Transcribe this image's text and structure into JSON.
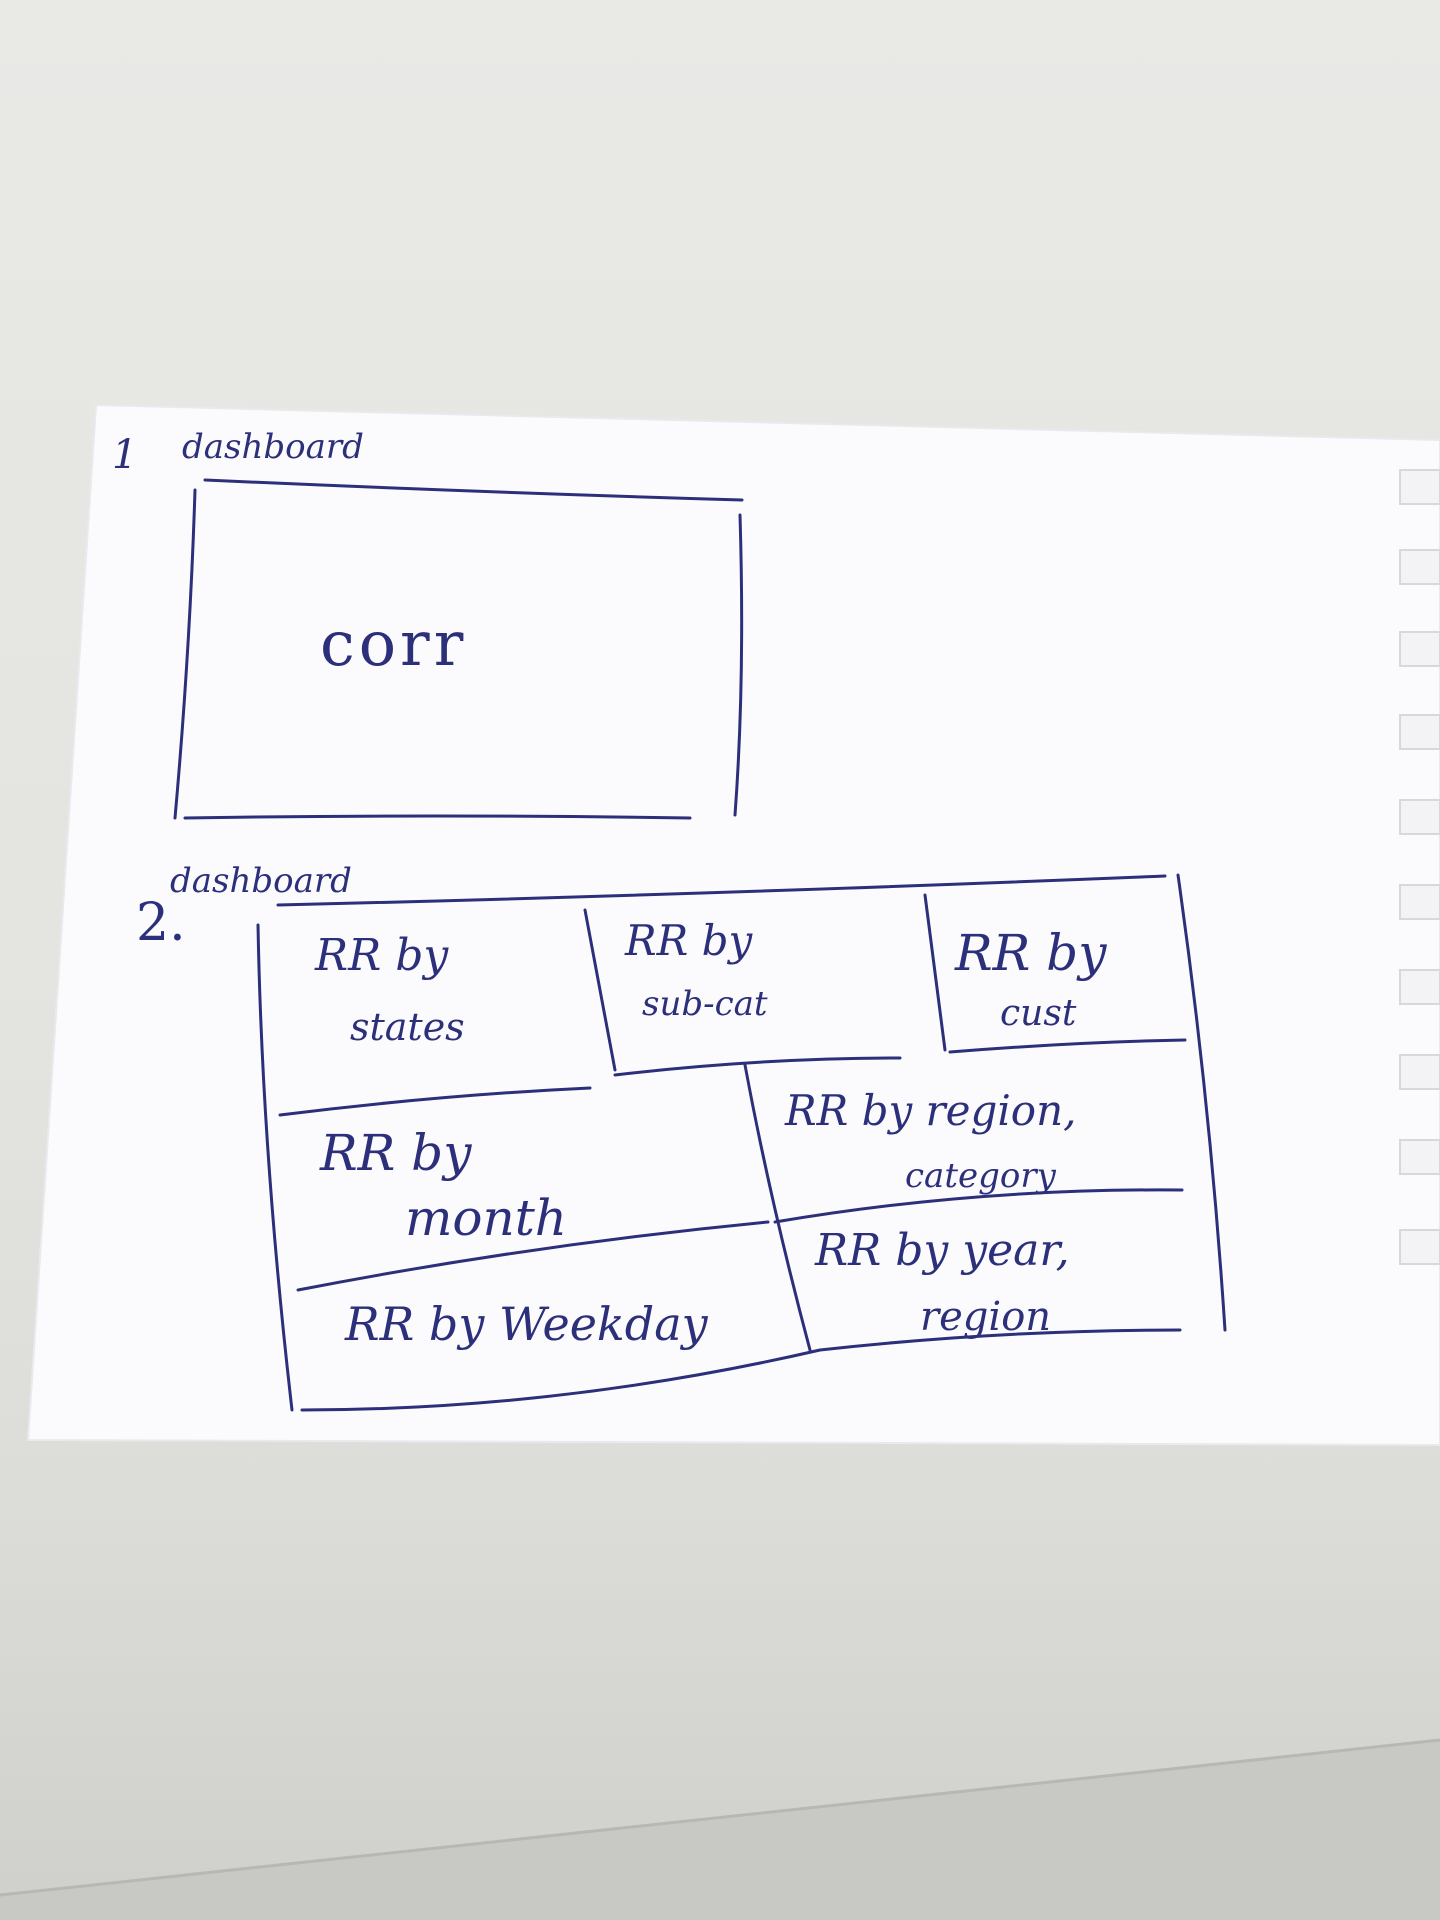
{
  "sketch": {
    "dashboard_1": {
      "number": "1",
      "title": "dashboard",
      "panel": "corr"
    },
    "dashboard_2": {
      "number": "2.",
      "title": "dashboard",
      "panels": [
        [
          "RR by",
          "states"
        ],
        [
          "RR by",
          "sub-cat"
        ],
        [
          "RR by",
          "cust"
        ],
        [
          "RR by",
          "month"
        ],
        [
          "RR by region,",
          "category"
        ],
        [
          "RR by Weekday"
        ],
        [
          "RR by year,",
          "region"
        ]
      ]
    }
  },
  "colors": {
    "ink": "#2c2f7a",
    "paper": "#fbfbfd",
    "desk": "#e6e6e2"
  }
}
